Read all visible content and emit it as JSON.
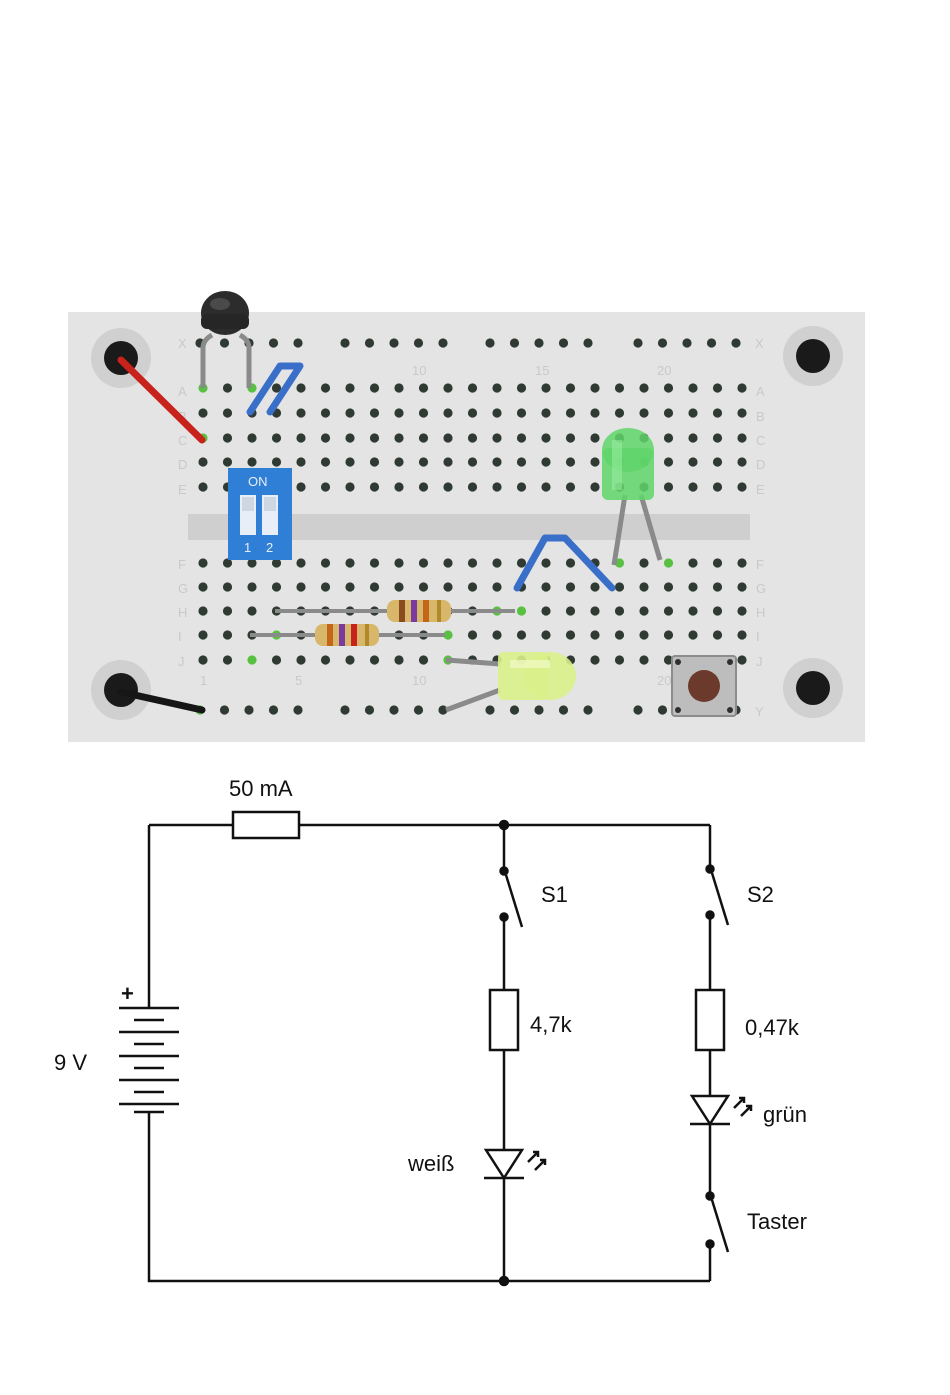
{
  "breadboard": {
    "row_letters_top": [
      "A",
      "B",
      "C",
      "D",
      "E"
    ],
    "row_letters_bottom": [
      "F",
      "G",
      "H",
      "I",
      "J"
    ],
    "rail_top_label": "X",
    "rail_bottom_label": "Y",
    "column_numbers_top": [
      "10",
      "15",
      "20"
    ],
    "column_numbers_bottom": [
      "1",
      "5",
      "10",
      "20"
    ],
    "dip_switch": {
      "on_label": "ON",
      "pos1": "1",
      "pos2": "2"
    },
    "colors": {
      "board": "#e4e4e4",
      "hole": "#2f3a33",
      "connected_hole": "#58c142",
      "jumper": "#3a6fc9",
      "red_wire": "#c8221c",
      "dip": "#2f7fd6",
      "led_green": "#5fd66a",
      "led_white": "#d9f08a"
    }
  },
  "schematic": {
    "fuse_label": "50 mA",
    "battery_label": "9 V",
    "battery_plus": "+",
    "switch1_label": "S1",
    "switch2_label": "S2",
    "resistor1_label": "4,7k",
    "resistor2_label": "0,47k",
    "led1_label": "weiß",
    "led2_label": "grün",
    "button_label": "Taster"
  }
}
